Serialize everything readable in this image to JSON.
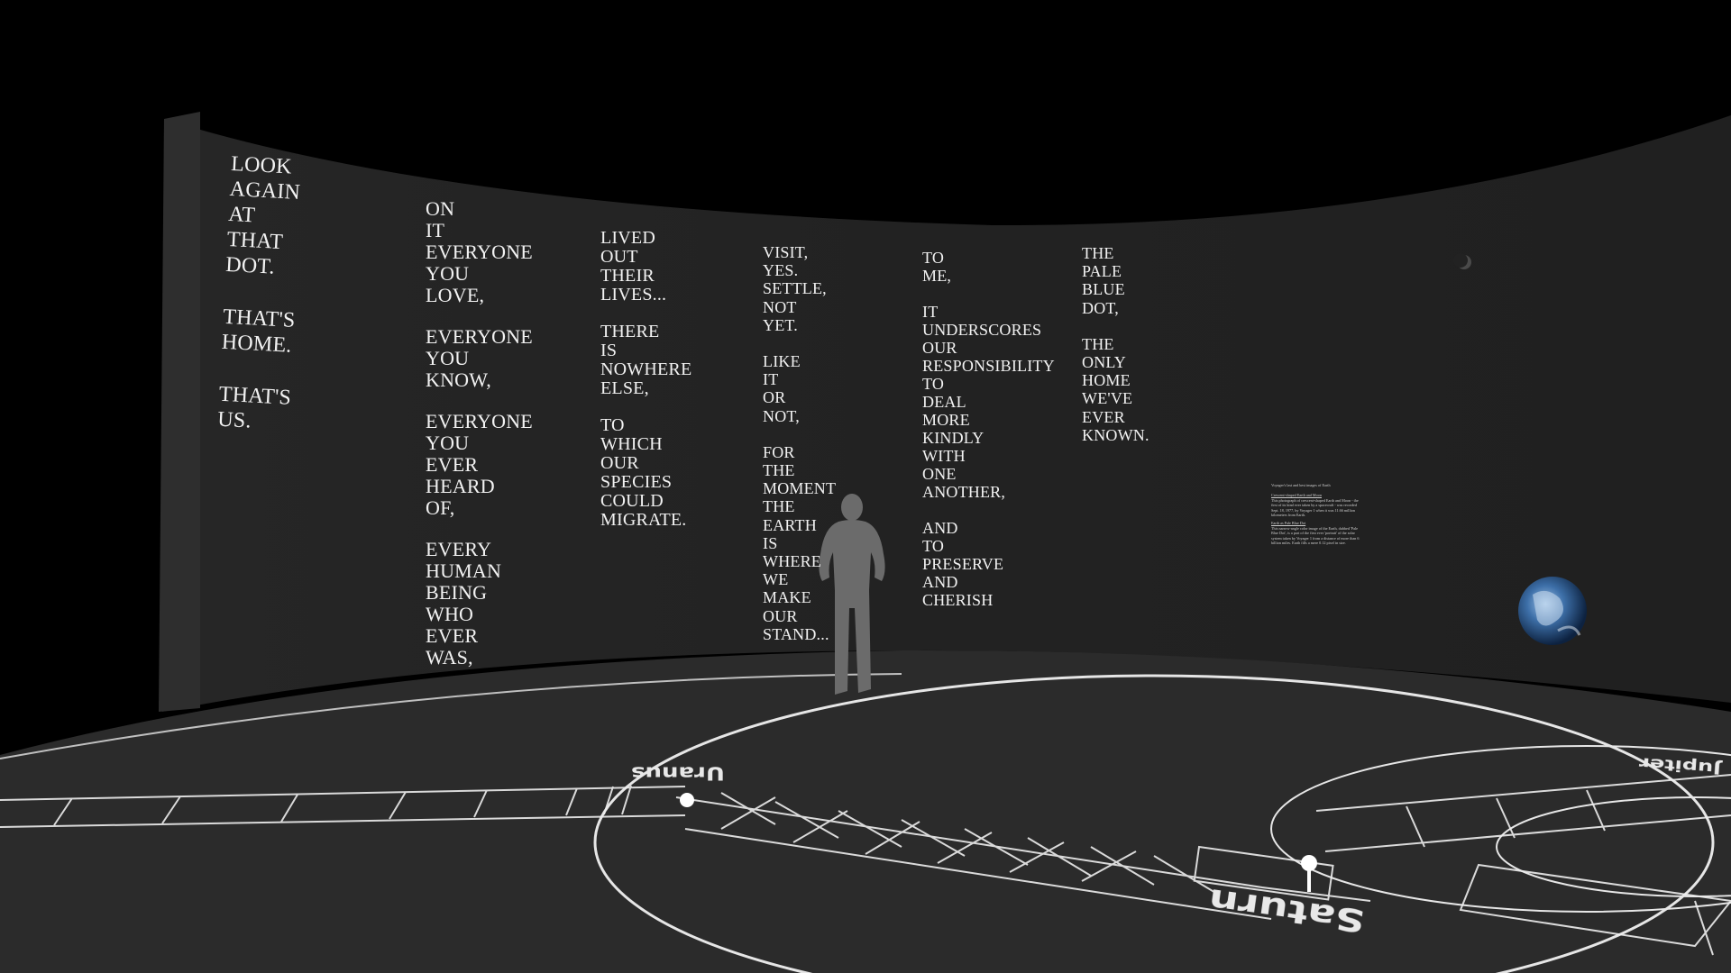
{
  "wall": {
    "columns": [
      {
        "lines": [
          "LOOK",
          "AGAIN",
          "AT",
          "THAT",
          "DOT.",
          "",
          "THAT'S",
          "HOME.",
          "",
          "THAT'S",
          "US."
        ]
      },
      {
        "lines": [
          "ON",
          "IT",
          "EVERYONE",
          "YOU",
          "LOVE,",
          "",
          "EVERYONE",
          "YOU",
          "KNOW,",
          "",
          "EVERYONE",
          "YOU",
          "EVER",
          "HEARD",
          "OF,",
          "",
          "EVERY",
          "HUMAN",
          "BEING",
          "WHO",
          "EVER",
          "WAS,"
        ]
      },
      {
        "lines": [
          "LIVED",
          "OUT",
          "THEIR",
          "LIVES...",
          "",
          "THERE",
          "IS",
          "NOWHERE",
          "ELSE,",
          "",
          "TO",
          "WHICH",
          "OUR",
          "SPECIES",
          "COULD",
          "MIGRATE."
        ]
      },
      {
        "lines": [
          "VISIT,",
          "YES.",
          "SETTLE,",
          "NOT",
          "YET.",
          "",
          "LIKE",
          "IT",
          "OR",
          "NOT,",
          "",
          "FOR",
          "THE",
          "MOMENT",
          "THE",
          "EARTH",
          "IS",
          "WHERE",
          "WE",
          "MAKE",
          "OUR",
          "STAND..."
        ]
      },
      {
        "lines": [
          "TO",
          "ME,",
          "",
          "IT",
          "UNDERSCORES",
          "OUR",
          "RESPONSIBILITY",
          "TO",
          "DEAL",
          "MORE",
          "KINDLY",
          "WITH",
          "ONE",
          "ANOTHER,",
          "",
          "AND",
          "TO",
          "PRESERVE",
          "AND",
          "CHERISH"
        ]
      },
      {
        "lines": [
          "THE",
          "PALE",
          "BLUE",
          "DOT,",
          "",
          "THE",
          "ONLY",
          "HOME",
          "WE'VE",
          "EVER",
          "KNOWN."
        ]
      }
    ],
    "caption": {
      "title": "Voyager's last and best images of Earth",
      "sections": [
        {
          "heading": "Crescent-shaped Earth and Moon",
          "text": "This photograph of crescent-shaped Earth and Moon - the first of its kind ever taken by a spacecraft - was recorded Sept. 18, 1977, by Voyager 1 when it was 11.66 million kilometers from Earth."
        },
        {
          "heading": "Earth as Pale Blue Dot",
          "text": "This narrow-angle color image of the Earth, dubbed 'Pale Blue Dot', is a part of the first ever 'portrait' of the solar system taken by Voyager 1 from a distance of more than 6 billion miles. Earth fills a mere 0.12 pixel in size."
        }
      ]
    }
  },
  "floor": {
    "labels": {
      "uranus": "Uranus",
      "saturn": "Saturn",
      "partial": "Jupiter"
    }
  },
  "colors": {
    "wall": "#232323",
    "floor": "#2b2b2b",
    "text": "#f2f2f2",
    "earth": "#3d6fa8"
  },
  "icons": {
    "figure": "person-silhouette-icon",
    "earth": "earth-globe-icon",
    "moon": "moon-icon"
  }
}
